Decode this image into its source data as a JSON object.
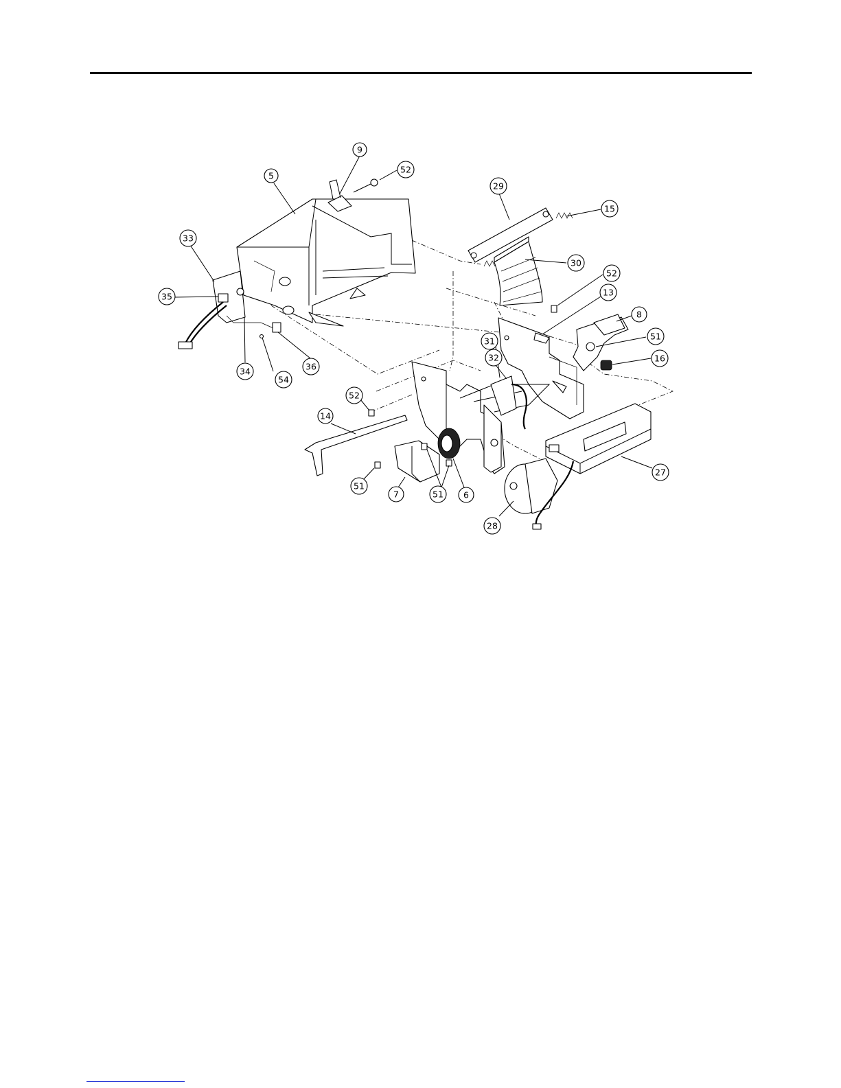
{
  "figure": {
    "callouts": [
      {
        "id": "c-9",
        "label": "9"
      },
      {
        "id": "c-52a",
        "label": "52"
      },
      {
        "id": "c-5",
        "label": "5"
      },
      {
        "id": "c-29",
        "label": "29"
      },
      {
        "id": "c-15",
        "label": "15"
      },
      {
        "id": "c-33",
        "label": "33"
      },
      {
        "id": "c-30",
        "label": "30"
      },
      {
        "id": "c-52b",
        "label": "52"
      },
      {
        "id": "c-35",
        "label": "35"
      },
      {
        "id": "c-13",
        "label": "13"
      },
      {
        "id": "c-8",
        "label": "8"
      },
      {
        "id": "c-51a",
        "label": "51"
      },
      {
        "id": "c-31",
        "label": "31"
      },
      {
        "id": "c-32",
        "label": "32"
      },
      {
        "id": "c-16",
        "label": "16"
      },
      {
        "id": "c-34",
        "label": "34"
      },
      {
        "id": "c-54",
        "label": "54"
      },
      {
        "id": "c-36",
        "label": "36"
      },
      {
        "id": "c-52c",
        "label": "52"
      },
      {
        "id": "c-14",
        "label": "14"
      },
      {
        "id": "c-27",
        "label": "27"
      },
      {
        "id": "c-51b",
        "label": "51"
      },
      {
        "id": "c-7",
        "label": "7"
      },
      {
        "id": "c-51c",
        "label": "51"
      },
      {
        "id": "c-6",
        "label": "6"
      },
      {
        "id": "c-28",
        "label": "28"
      }
    ]
  }
}
